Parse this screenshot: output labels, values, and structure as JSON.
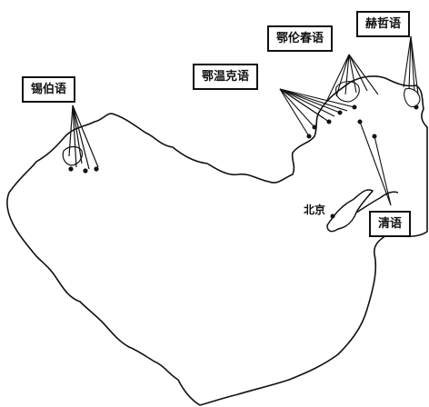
{
  "map": {
    "languages": {
      "xibo": "锡伯语",
      "ewenke": "鄂温克语",
      "elunchun": "鄂伦春语",
      "hezhe": "赫哲语",
      "manchu": "清语"
    },
    "city": "北京",
    "colors": {
      "ink": "#111111",
      "background": "#ffffff"
    }
  }
}
